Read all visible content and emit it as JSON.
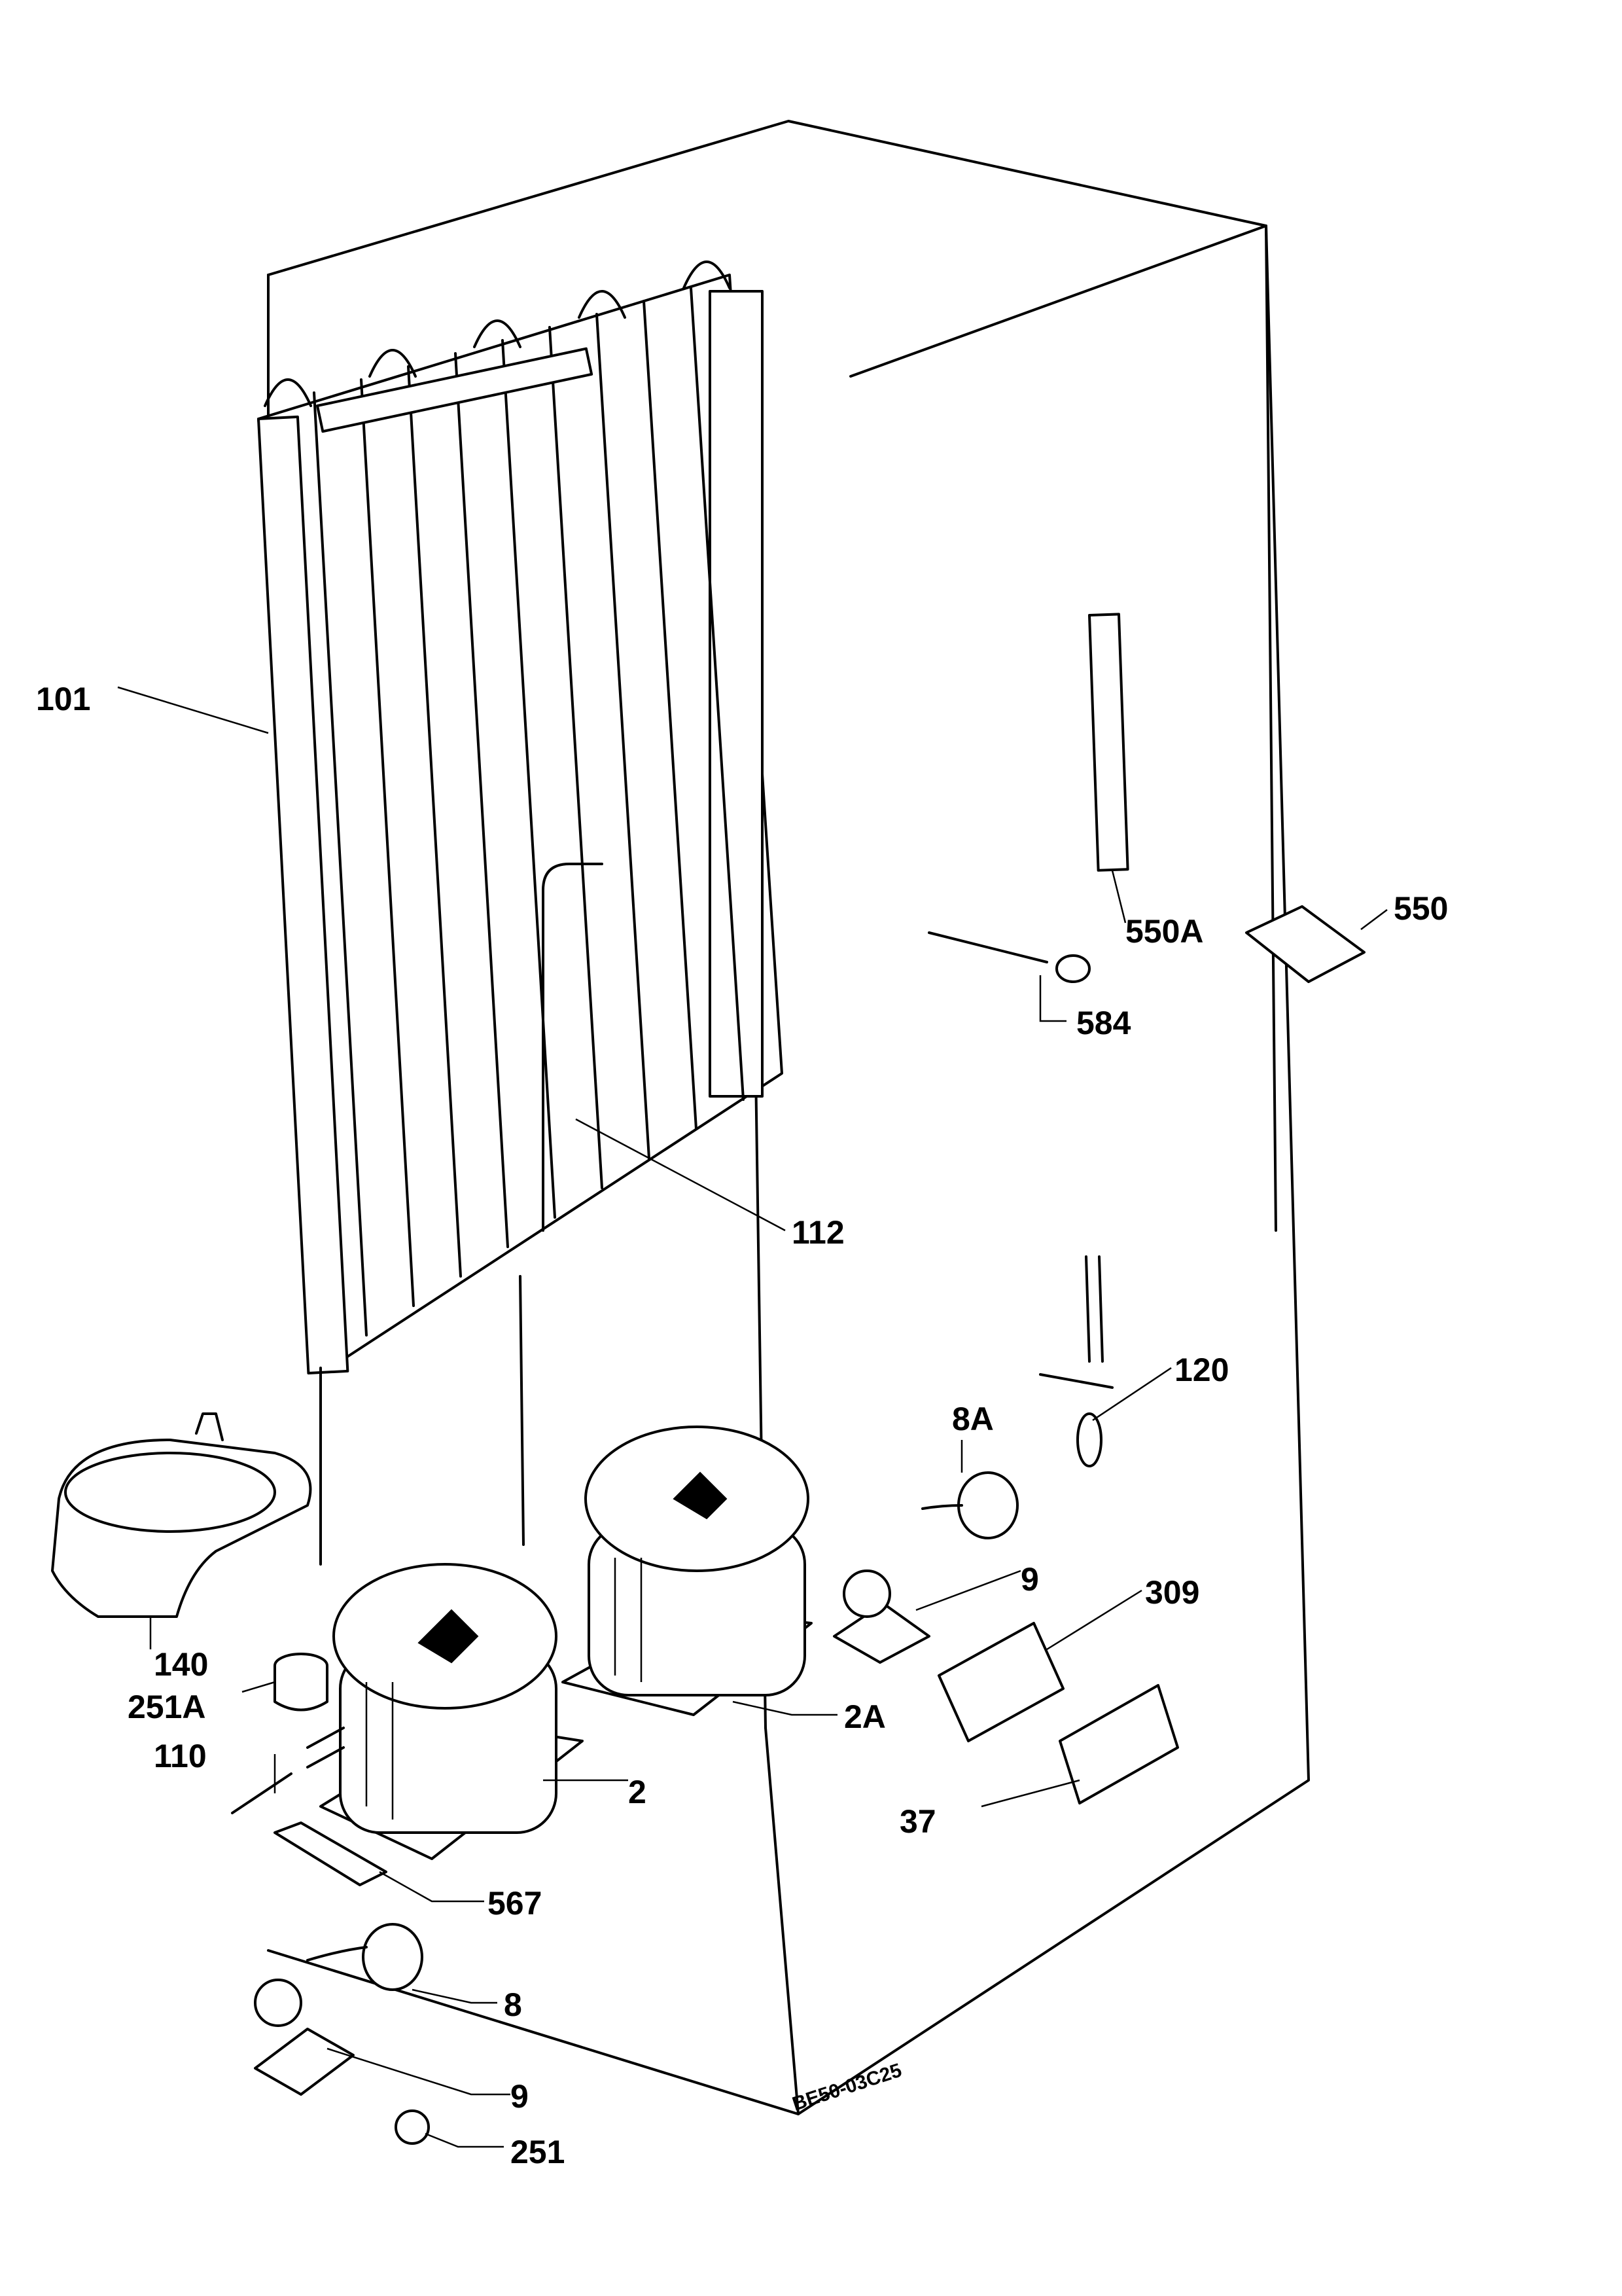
{
  "callouts": {
    "p101": "101",
    "p550A": "550A",
    "p550": "550",
    "p584": "584",
    "p112": "112",
    "p120": "120",
    "p8A": "8A",
    "p9a": "9",
    "p309": "309",
    "p140": "140",
    "p251A": "251A",
    "p2A": "2A",
    "p110": "110",
    "p2": "2",
    "p37": "37",
    "p567": "567",
    "p8": "8",
    "p9b": "9",
    "p251": "251"
  },
  "stamp": "BE50-03C25"
}
